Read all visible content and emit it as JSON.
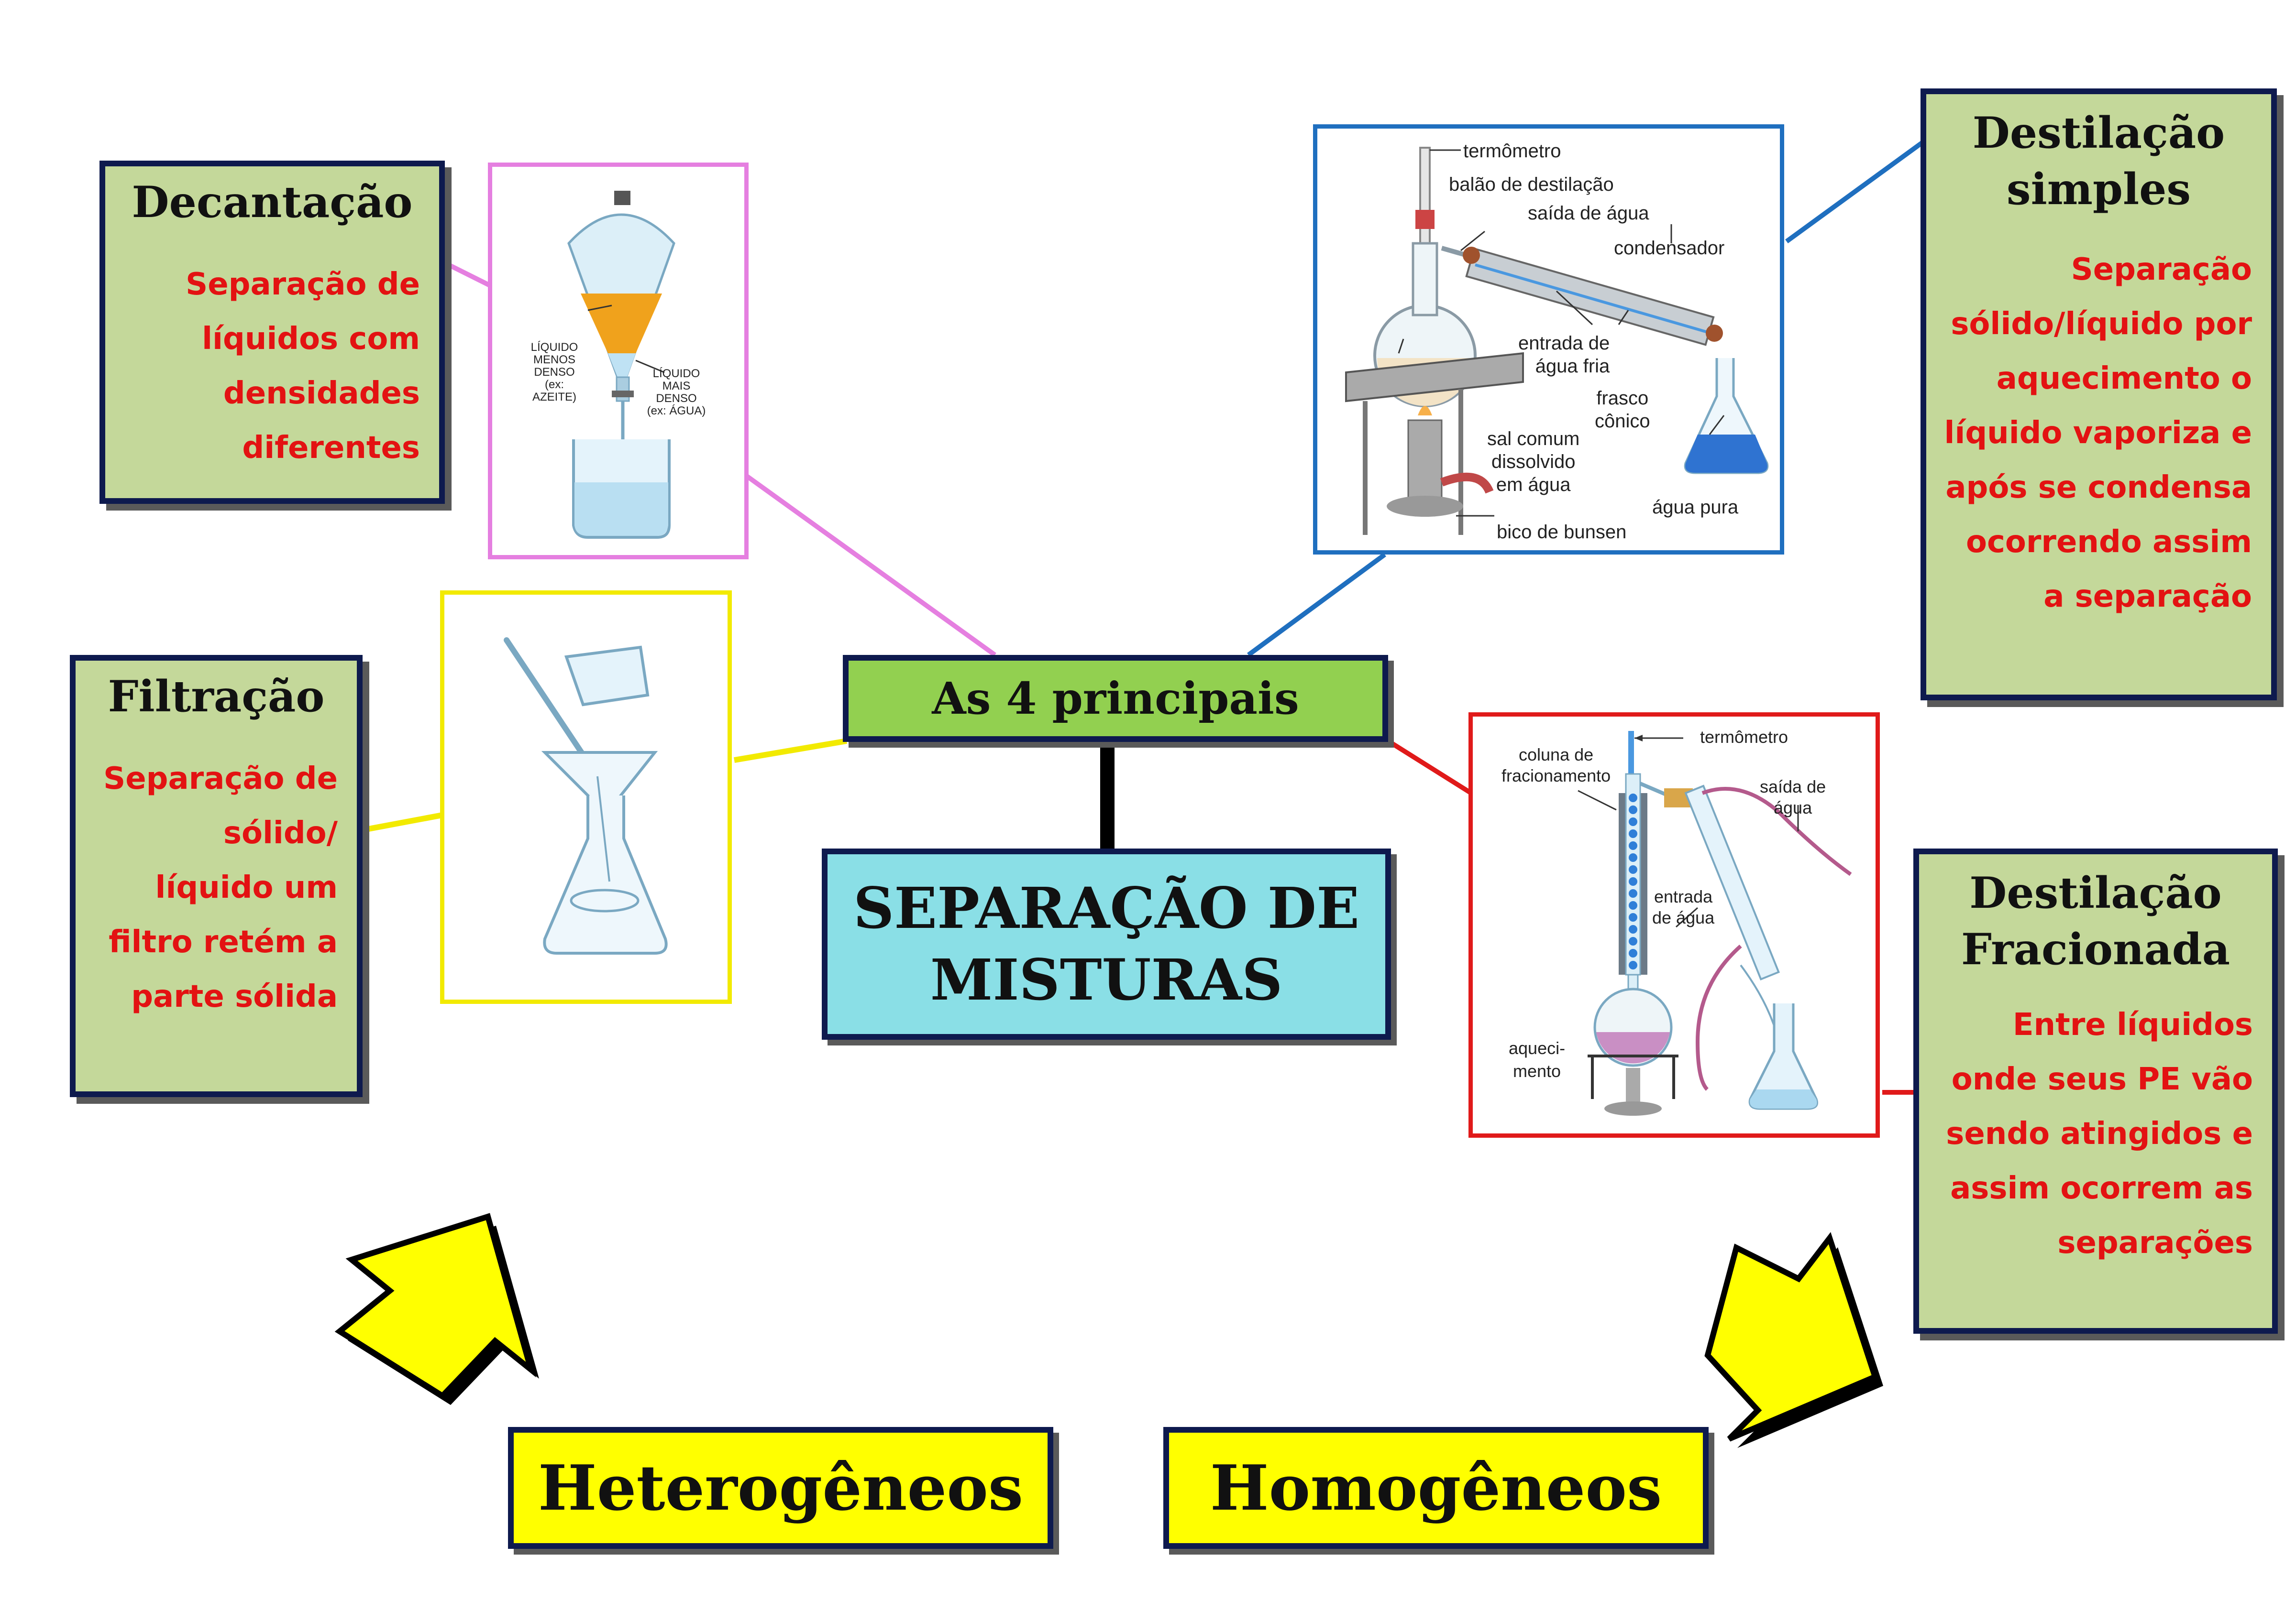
{
  "center": {
    "subtitle": "As 4 principais",
    "title_line1": "SEPARAÇÃO DE",
    "title_line2": "MISTURAS"
  },
  "decantacao": {
    "title": "Decantação",
    "desc": [
      "Separação de",
      "líquidos com",
      "densidades",
      "diferentes"
    ],
    "figure": {
      "label_less_dense": [
        "LÍQUIDO",
        "MENOS",
        "DENSO",
        "(ex: AZEITE)"
      ],
      "label_more_dense": [
        "LÍQUIDO",
        "MAIS",
        "DENSO",
        "(ex: ÁGUA)"
      ]
    }
  },
  "filtracao": {
    "title": "Filtração",
    "desc": [
      "Separação de",
      "sólido/",
      "líquido um",
      "filtro retém a",
      "parte sólida"
    ]
  },
  "destilacao_simples": {
    "title": [
      "Destilação",
      "simples"
    ],
    "desc": [
      "Separação",
      "sólido/líquido por",
      "aquecimento o",
      "líquido vaporiza e",
      "após se condensa",
      "ocorrendo assim",
      "a separação"
    ],
    "figure": {
      "termometro": "termômetro",
      "balao": "balão de destilação",
      "saida": "saída de água",
      "condensador": "condensador",
      "entrada": [
        "entrada de",
        "água fria"
      ],
      "frasco": [
        "frasco",
        "cônico"
      ],
      "sal": [
        "sal comum",
        "dissolvido",
        "em água"
      ],
      "agua_pura": "água pura",
      "bico": "bico de bunsen"
    }
  },
  "destilacao_fracionada": {
    "title": [
      "Destilação",
      "Fracionada"
    ],
    "desc": [
      "Entre líquidos",
      "onde seus PE vão",
      "sendo atingidos e",
      "assim ocorrem as",
      "separações"
    ],
    "figure": {
      "termometro": "termômetro",
      "coluna": [
        "coluna de",
        "fracionamento"
      ],
      "saida": [
        "saída de",
        "água"
      ],
      "entrada": [
        "entrada",
        "de água"
      ],
      "aquecimento": [
        "aqueci-",
        "mento"
      ]
    }
  },
  "categories": {
    "left": "Heterogêneos",
    "right": "Homogêneos"
  },
  "colors": {
    "box_green": "#c4d89a",
    "subtitle_green": "#92d050",
    "title_cyan": "#8adfe6",
    "category_yellow": "#ffff00",
    "text_red": "#e31212",
    "border_navy": "#0e1a4e",
    "line_pink": "#e57fe0",
    "line_yellow": "#f2ea00",
    "line_blue": "#1f6fbf",
    "line_red": "#e01a1a"
  }
}
